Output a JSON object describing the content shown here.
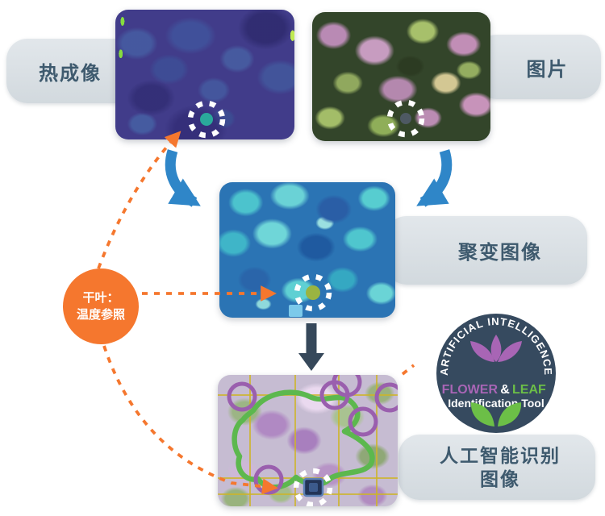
{
  "flow": {
    "thermal_label": "热成像",
    "photo_label": "图片",
    "fused_label": "聚变图像",
    "ai_label_line1": "人工智能识别",
    "ai_label_line2": "图像",
    "reference_line1": "干叶：",
    "reference_line2": "温度参照"
  },
  "badge": {
    "arc_text": "ARTIFICIAL INTELLIGENCE",
    "word_flower": "FLOWER",
    "ampersand": "&",
    "word_leaf": "LEAF",
    "subtitle": "Identification Tool"
  },
  "colors": {
    "accent_orange": "#F5772E",
    "arrow_blue": "#2F86C8",
    "arrow_slate": "#36485A",
    "label_text": "#3E5A6E",
    "bar_bg": "#D8DEE3",
    "badge_bg": "#364A5F",
    "flower_purple": "#A865B5",
    "leaf_green": "#6CBF47",
    "detection_circle_purple": "#9A5FAE",
    "region_outline_green": "#5CB84E"
  }
}
